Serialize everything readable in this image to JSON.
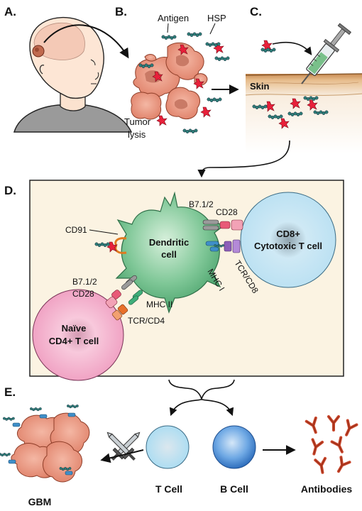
{
  "panels": {
    "a": "A.",
    "b": "B.",
    "c": "C.",
    "d": "D.",
    "e": "E."
  },
  "panel_b": {
    "antigen": "Antigen",
    "hsp": "HSP",
    "tumor_line1": "Tumor",
    "tumor_line2": "lysis"
  },
  "panel_c": {
    "skin": "Skin"
  },
  "panel_d": {
    "cd91": "CD91",
    "b7_top": "B7.1/2",
    "cd28_top": "CD28",
    "mhc1": "MHC I",
    "tcr_cd8": "TCR/CD8",
    "b7_left": "B7.1/2",
    "cd28_left": "CD28",
    "mhc2": "MHC II",
    "tcr_cd4": "TCR/CD4",
    "dc_line1": "Dendritic",
    "dc_line2": "cell",
    "cd8_line1": "CD8+",
    "cd8_line2": "Cytotoxic T cell",
    "cd4_line1": "Naïve",
    "cd4_line2": "CD4+ T cell"
  },
  "panel_e": {
    "gbm": "GBM",
    "t_cell": "T Cell",
    "b_cell": "B Cell",
    "antibodies": "Antibodies"
  },
  "colors": {
    "tumor": "#e8917a",
    "hsp": "#e8203a",
    "antigen": "#2f7f7a",
    "dendritic": "#6fbf85",
    "cd8": "#bfe3f3",
    "cd4": "#f2a2c4",
    "bcell": "#4f90d8",
    "skin_top": "#d9a36a",
    "skin_body": "#f6e8d6",
    "panel_d_bg": "#fbf3e2",
    "antibody": "#c8452a"
  }
}
